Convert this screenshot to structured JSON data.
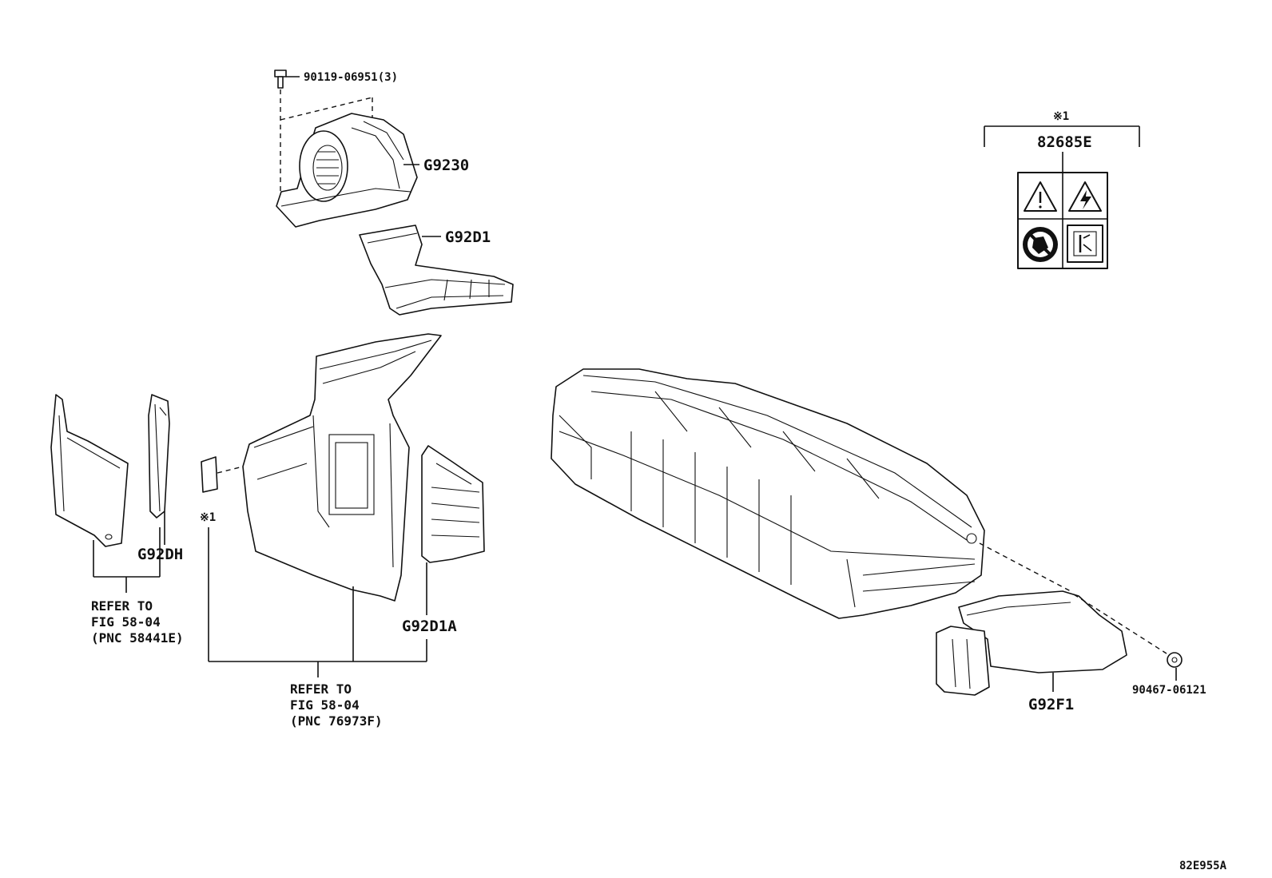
{
  "labels": {
    "bolt": "90119-06951(3)",
    "blower": "G9230",
    "duct_upper": "G92D1",
    "duct_left": "G92DH",
    "duct_lower": "G92D1A",
    "cover": "G92F1",
    "clip": "90467-06121",
    "label_kit": "82685E",
    "note_mark_top": "※1",
    "note_mark_side": "※1",
    "diagram_code": "82E955A"
  },
  "ref_left": {
    "line1": "REFER TO",
    "line2": "FIG 58-04",
    "line3": "(PNC 58441E)"
  },
  "ref_center": {
    "line1": "REFER TO",
    "line2": "FIG 58-04",
    "line3": "(PNC 76973F)"
  },
  "icons": [
    "warning-triangle-icon",
    "high-voltage-icon",
    "no-touch-icon",
    "manual-book-icon"
  ]
}
